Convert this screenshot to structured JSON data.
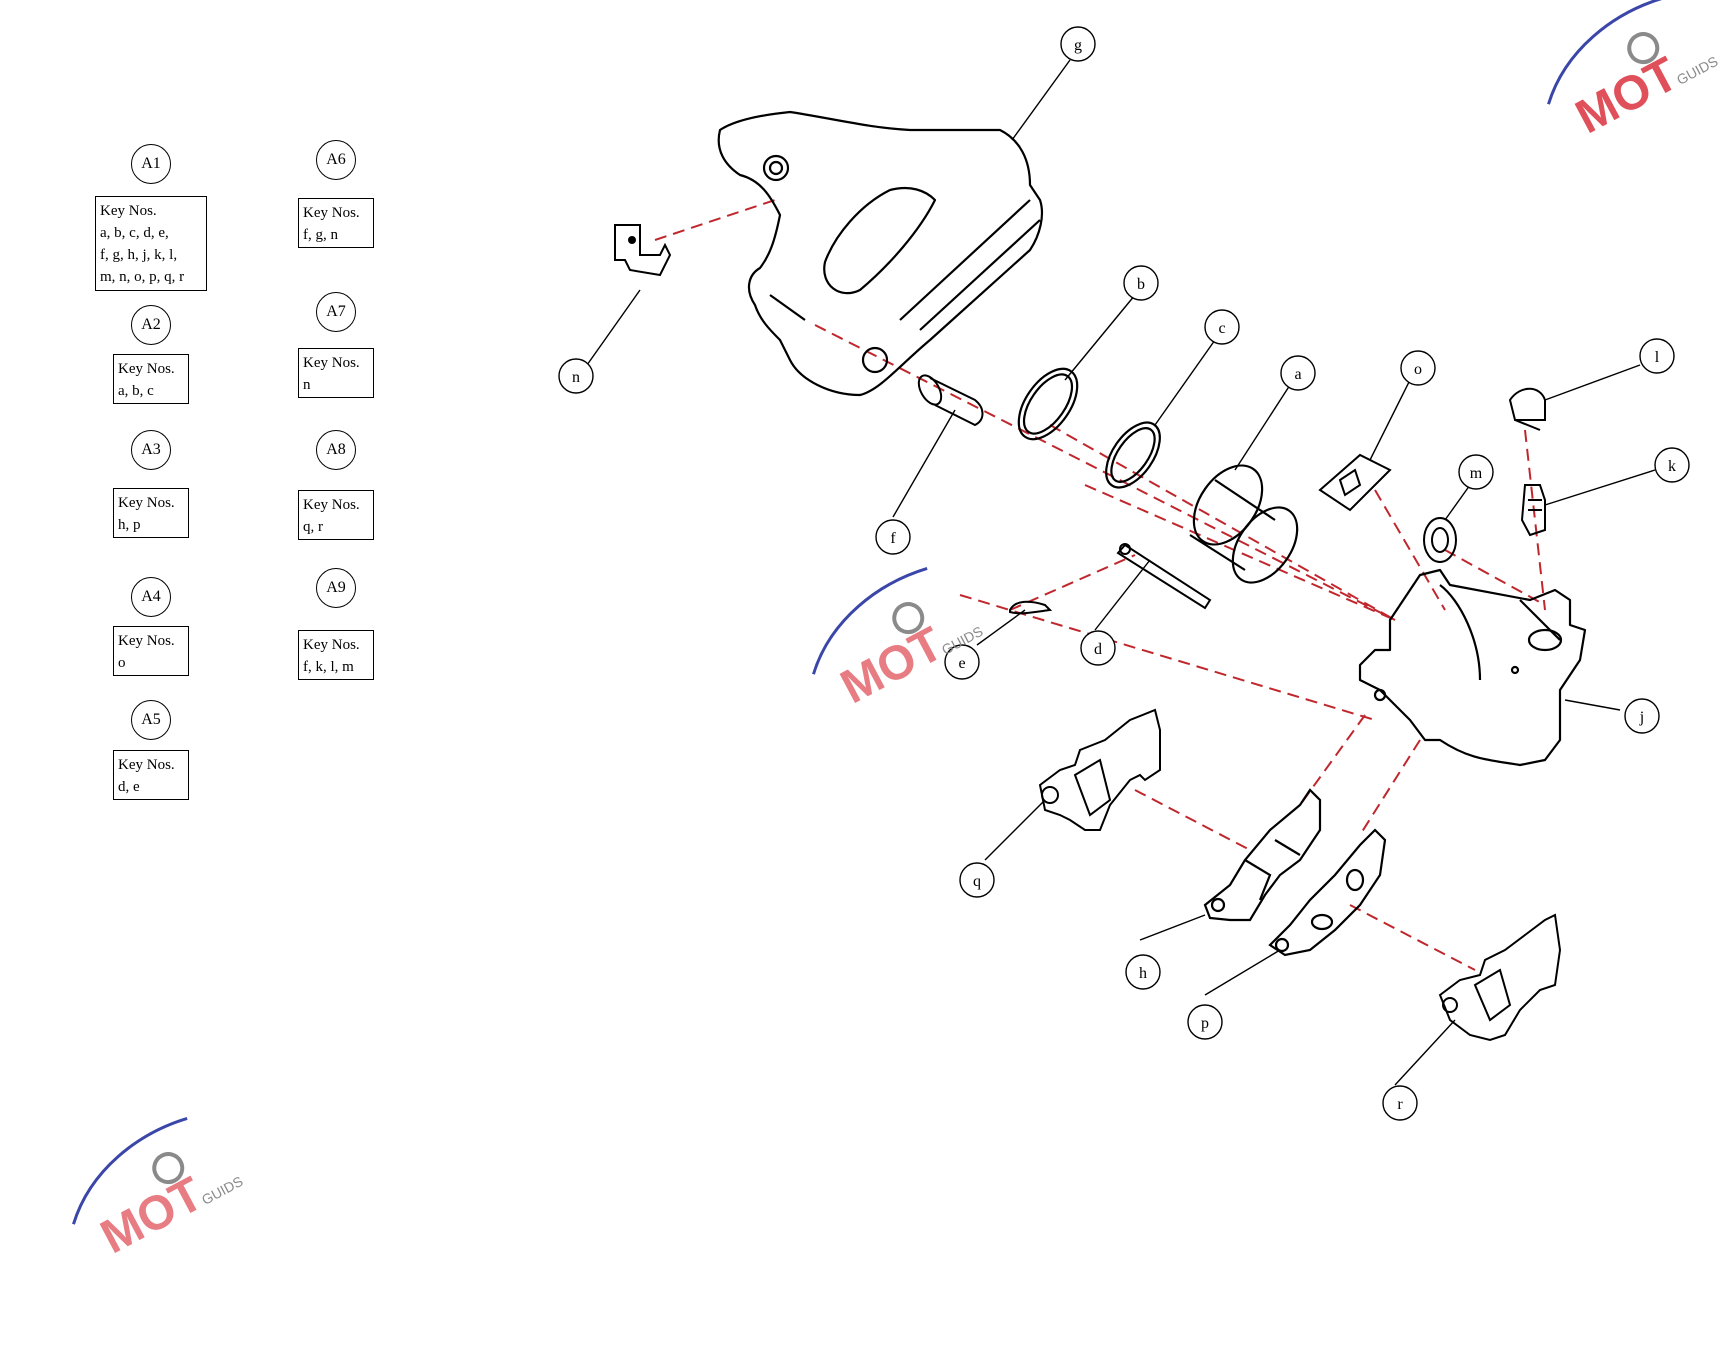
{
  "kits": [
    {
      "id": "A1",
      "heading": "Key Nos.",
      "lines": [
        "a, b, c, d, e,",
        "f, g, h, j, k, l,",
        "m, n, o, p, q, r"
      ]
    },
    {
      "id": "A2",
      "heading": "Key Nos.",
      "lines": [
        "a, b, c"
      ]
    },
    {
      "id": "A3",
      "heading": "Key Nos.",
      "lines": [
        "h, p"
      ]
    },
    {
      "id": "A4",
      "heading": "Key Nos.",
      "lines": [
        "o"
      ]
    },
    {
      "id": "A5",
      "heading": "Key Nos.",
      "lines": [
        "d, e"
      ]
    },
    {
      "id": "A6",
      "heading": "Key Nos.",
      "lines": [
        "f, g, n"
      ]
    },
    {
      "id": "A7",
      "heading": "Key Nos.",
      "lines": [
        "n"
      ]
    },
    {
      "id": "A8",
      "heading": "Key Nos.",
      "lines": [
        "q, r"
      ]
    },
    {
      "id": "A9",
      "heading": "Key Nos.",
      "lines": [
        "f, k, l, m"
      ]
    }
  ],
  "callouts": [
    "g",
    "n",
    "b",
    "c",
    "a",
    "o",
    "l",
    "m",
    "k",
    "f",
    "e",
    "d",
    "j",
    "q",
    "h",
    "p",
    "r"
  ],
  "watermark": {
    "brand": "MOT",
    "sub": "GUIDS",
    "colors": {
      "red": "#e0505a",
      "blue": "#3a46a8",
      "gray": "#8a8a8a"
    }
  },
  "colors": {
    "line": "#000000",
    "dash": "#c0272d"
  }
}
